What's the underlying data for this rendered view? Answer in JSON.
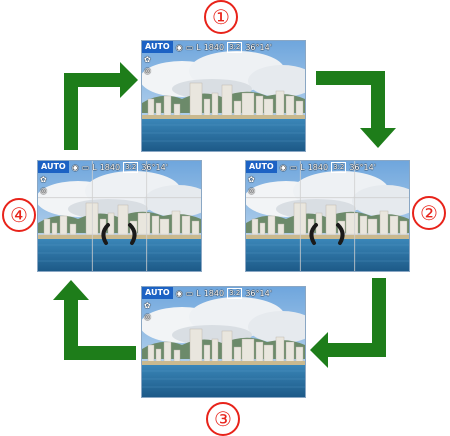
{
  "steps": [
    {
      "number": "①",
      "grid": false,
      "level": false
    },
    {
      "number": "②",
      "grid": true,
      "level": true
    },
    {
      "number": "③",
      "grid": false,
      "level": false
    },
    {
      "number": "④",
      "grid": true,
      "level": true
    }
  ],
  "osd": {
    "mode": "AUTO",
    "shots": "1840",
    "aspect": "3:2",
    "time": "36°14'",
    "quality": "L"
  },
  "icons": {
    "stabilizer": "stabilizer-icon",
    "drive": "drive-mode-icon",
    "white_balance": "white-balance-icon",
    "metering": "metering-icon"
  },
  "colors": {
    "arrow": "#1e7d1a",
    "number": "#e8231a",
    "mode_badge": "#1c62c4",
    "sky": "#9ec3e6",
    "sea": "#2a6d9d"
  }
}
